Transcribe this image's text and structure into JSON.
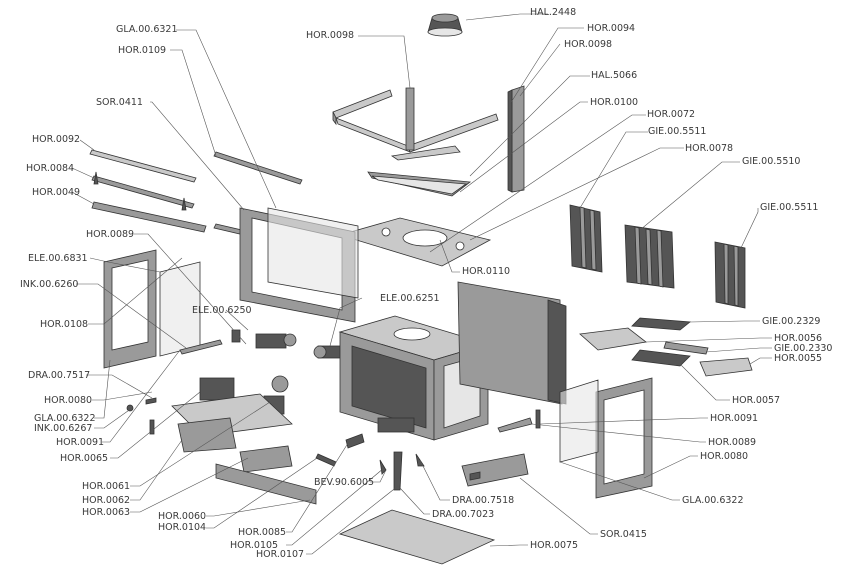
{
  "labels": {
    "hal_2448": "HAL.2448",
    "hor_0094": "HOR.0094",
    "hor_0098a": "HOR.0098",
    "hor_0098b": "HOR.0098",
    "hal_5066": "HAL.5066",
    "hor_0100": "HOR.0100",
    "hor_0072": "HOR.0072",
    "gie_5511a": "GIE.00.5511",
    "hor_0078": "HOR.0078",
    "gie_5510": "GIE.00.5510",
    "gie_5511b": "GIE.00.5511",
    "gla_6321": "GLA.00.6321",
    "hor_0109": "HOR.0109",
    "sor_0411": "SOR.0411",
    "hor_0092": "HOR.0092",
    "hor_0084": "HOR.0084",
    "hor_0049": "HOR.0049",
    "hor_0089a": "HOR.0089",
    "ele_6831": "ELE.00.6831",
    "ink_6260": "INK.00.6260",
    "hor_0108": "HOR.0108",
    "ele_6250": "ELE.00.6250",
    "ele_6251": "ELE.00.6251",
    "hor_0110": "HOR.0110",
    "gie_2329": "GIE.00.2329",
    "hor_0056": "HOR.0056",
    "gie_2330": "GIE.00.2330",
    "hor_0055": "HOR.0055",
    "hor_0057": "HOR.0057",
    "dra_7517": "DRA.00.7517",
    "hor_0080a": "HOR.0080",
    "gla_6322a": "GLA.00.6322",
    "ink_6267": "INK.00.6267",
    "hor_0091a": "HOR.0091",
    "hor_0065": "HOR.0065",
    "hor_0061": "HOR.0061",
    "hor_0062": "HOR.0062",
    "hor_0063": "HOR.0063",
    "hor_0060": "HOR.0060",
    "hor_0104": "HOR.0104",
    "hor_0085": "HOR.0085",
    "hor_0105": "HOR.0105",
    "hor_0107": "HOR.0107",
    "bev_6005": "BEV.90.6005",
    "dra_7518": "DRA.00.7518",
    "dra_7023": "DRA.00.7023",
    "hor_0091b": "HOR.0091",
    "hor_0089b": "HOR.0089",
    "hor_0080b": "HOR.0080",
    "gla_6322b": "GLA.00.6322",
    "sor_0415": "SOR.0415",
    "hor_0075": "HOR.0075"
  }
}
